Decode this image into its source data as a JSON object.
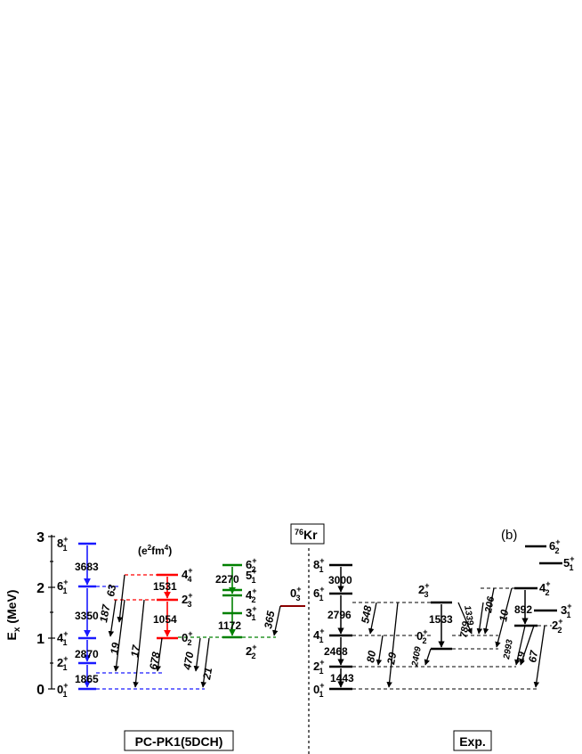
{
  "panel_label": "(b)",
  "axis": {
    "label": "E",
    "label_sub": "x",
    "label_unit": " (MeV)",
    "ticks": [
      "0",
      "1",
      "2",
      "3"
    ]
  },
  "units_note": {
    "open": "(e",
    "sup1": "2",
    "mid": "fm",
    "sup2": "4",
    "close": ")"
  },
  "nucleus": {
    "mass": "76",
    "symbol": "Kr"
  },
  "theory_label": "PC-PK1(5DCH)",
  "exp_label": "Exp.",
  "colors": {
    "band_gs": "#1a1aff",
    "band_red": "#ff0000",
    "band_green": "#008000",
    "zero3": "#8b0000",
    "exp": "#000000"
  },
  "theory_levels": [
    {
      "id": "t01",
      "j": "0",
      "sub": "1"
    },
    {
      "id": "t21",
      "j": "2",
      "sub": "1"
    },
    {
      "id": "t41",
      "j": "4",
      "sub": "1"
    },
    {
      "id": "t61",
      "j": "6",
      "sub": "1"
    },
    {
      "id": "t81",
      "j": "8",
      "sub": "1"
    },
    {
      "id": "t02",
      "j": "0",
      "sub": "2"
    },
    {
      "id": "t23",
      "j": "2",
      "sub": "3"
    },
    {
      "id": "t44",
      "j": "4",
      "sub": "4"
    },
    {
      "id": "t22",
      "j": "2",
      "sub": "2"
    },
    {
      "id": "t31",
      "j": "3",
      "sub": "1"
    },
    {
      "id": "t42",
      "j": "4",
      "sub": "2"
    },
    {
      "id": "t51",
      "j": "5",
      "sub": "1"
    },
    {
      "id": "t62",
      "j": "6",
      "sub": "2"
    },
    {
      "id": "t03",
      "j": "0",
      "sub": "3"
    }
  ],
  "exp_levels": [
    {
      "id": "e01",
      "j": "0",
      "sub": "1"
    },
    {
      "id": "e21",
      "j": "2",
      "sub": "1"
    },
    {
      "id": "e41",
      "j": "4",
      "sub": "1"
    },
    {
      "id": "e61",
      "j": "6",
      "sub": "1"
    },
    {
      "id": "e81",
      "j": "8",
      "sub": "1"
    },
    {
      "id": "e02",
      "j": "0",
      "sub": "2"
    },
    {
      "id": "e23",
      "j": "2",
      "sub": "3"
    },
    {
      "id": "e22",
      "j": "2",
      "sub": "2"
    },
    {
      "id": "e31",
      "j": "3",
      "sub": "1"
    },
    {
      "id": "e42",
      "j": "4",
      "sub": "2"
    },
    {
      "id": "e51",
      "j": "5",
      "sub": "1"
    },
    {
      "id": "e62",
      "j": "6",
      "sub": "2"
    }
  ],
  "theory_transitions": [
    "1865",
    "2870",
    "3350",
    "3683",
    "1054",
    "1531",
    "2270",
    "1172",
    "63",
    "187",
    "19",
    "17",
    "678",
    "470",
    "21",
    "365"
  ],
  "exp_transitions": [
    "1443",
    "2468",
    "2796",
    "3000",
    "1533",
    "892",
    "548",
    "80",
    "29",
    "2409",
    "1339",
    "789",
    "206",
    "10",
    "2993",
    "19",
    "67"
  ]
}
